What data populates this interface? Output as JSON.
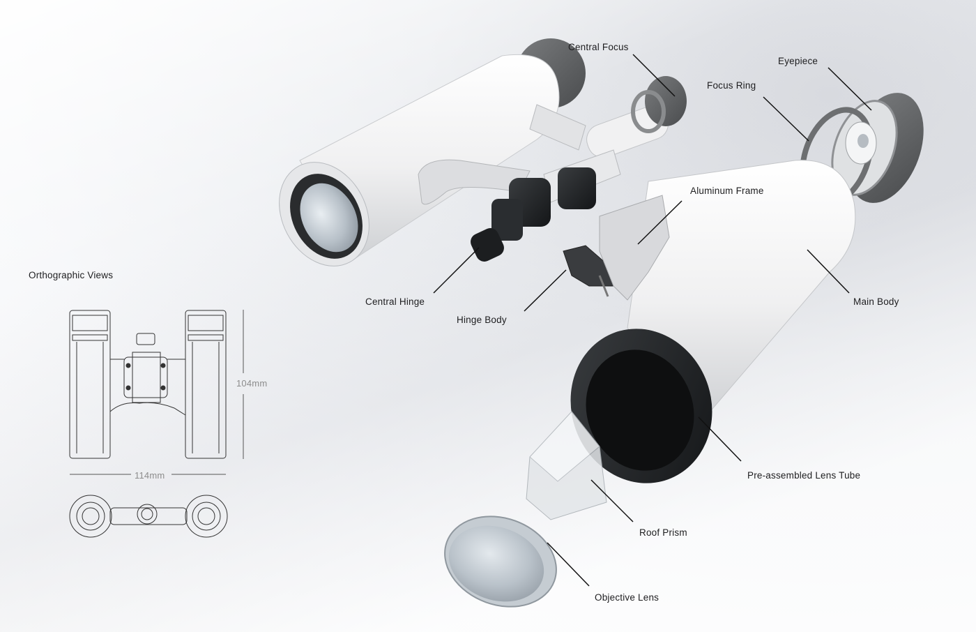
{
  "section_title": "Orthographic Views",
  "dimensions": {
    "height": "104mm",
    "width": "114mm"
  },
  "labels": {
    "central_focus": "Central Focus",
    "eyepiece": "Eyepiece",
    "focus_ring": "Focus Ring",
    "aluminum_frame": "Aluminum Frame",
    "central_hinge": "Central Hinge",
    "hinge_body": "Hinge Body",
    "main_body": "Main Body",
    "lens_tube": "Pre-assembled Lens Tube",
    "roof_prism": "Roof Prism",
    "objective_lens": "Objective Lens"
  },
  "colors": {
    "body": "#f2f2f2",
    "rubber": "#5f6163",
    "dark": "#1f2224",
    "line": "#111111"
  }
}
